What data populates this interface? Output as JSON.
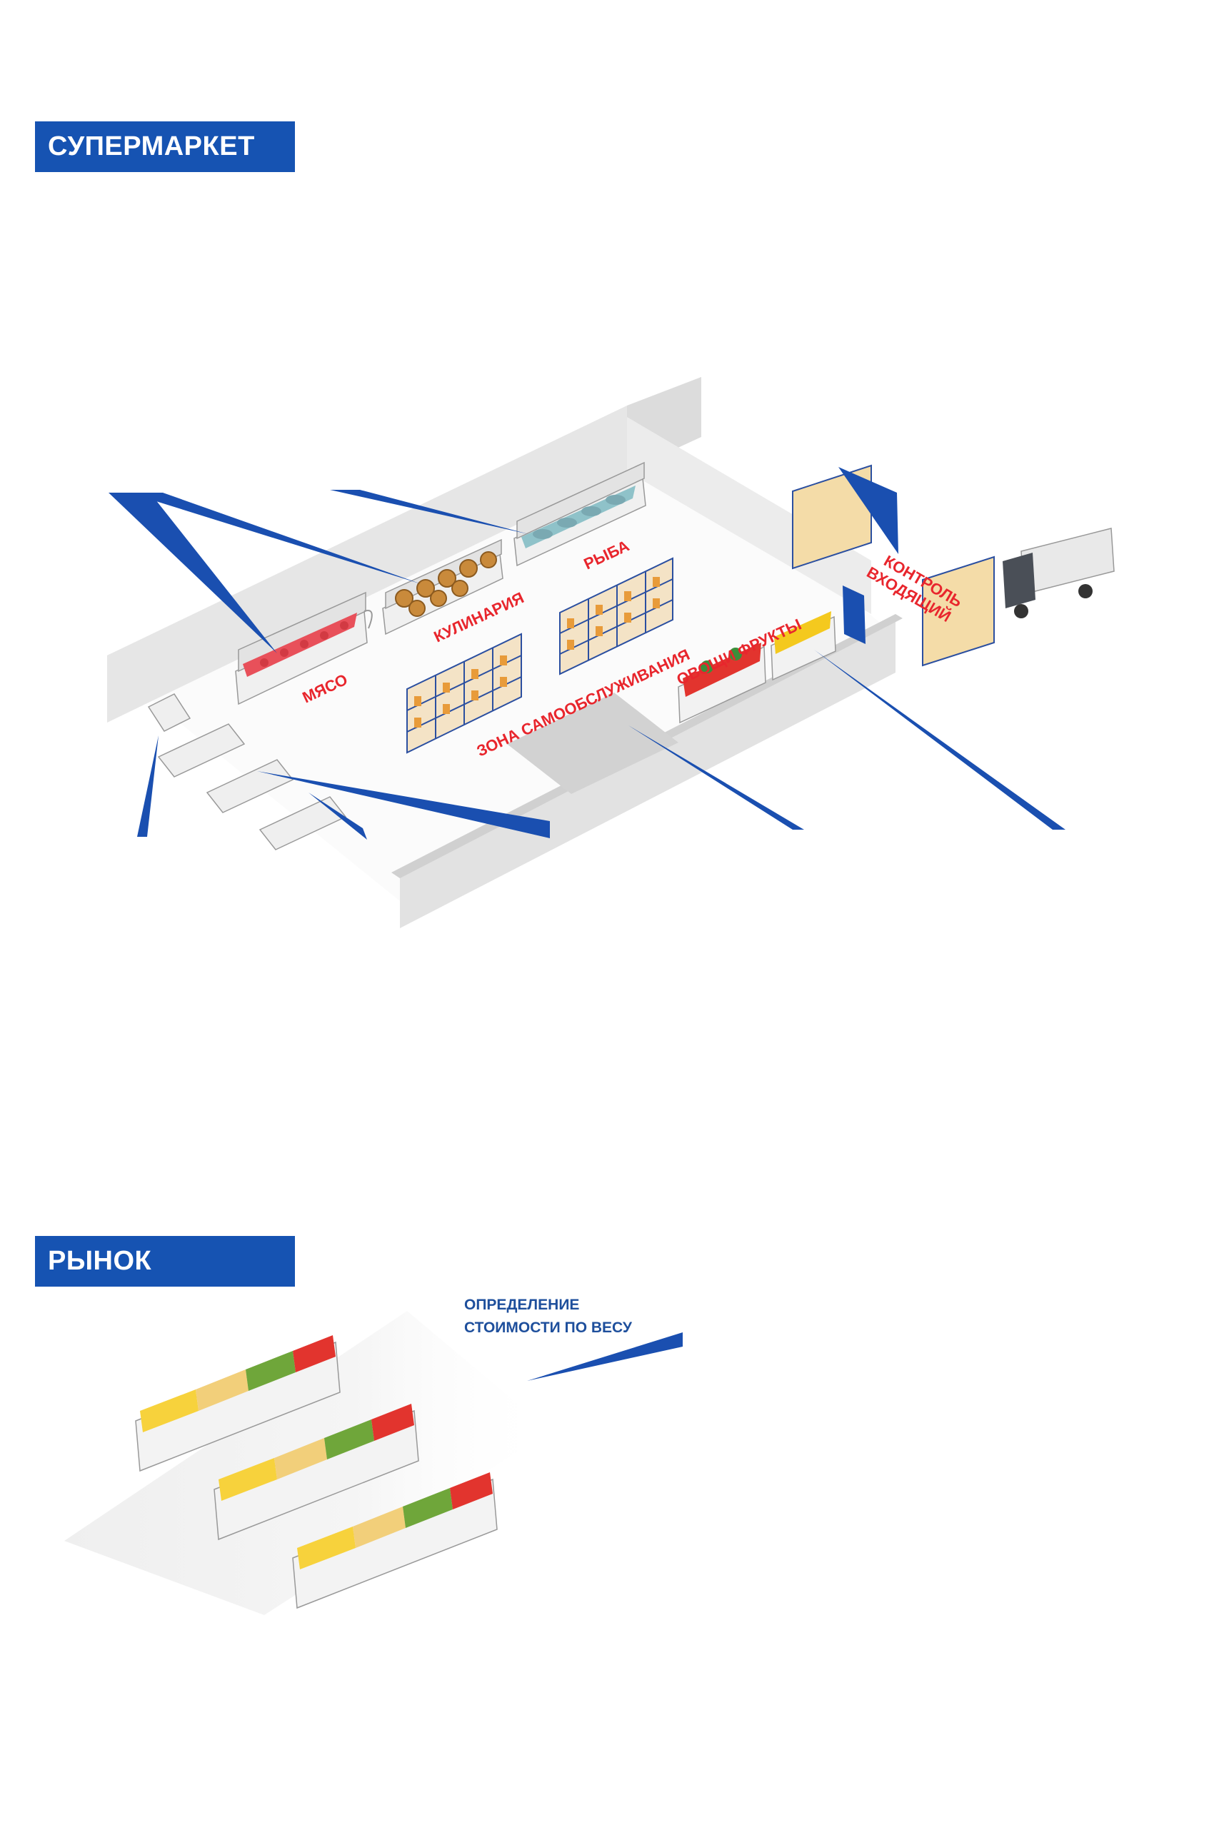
{
  "sections": {
    "supermarket": {
      "title": "СУПЕРМАРКЕТ"
    },
    "market": {
      "title": "РЫНОК"
    }
  },
  "zones": {
    "meat": "МЯСО",
    "culinary": "КУЛИНАРИЯ",
    "fish": "РЫБА",
    "self_service": "ЗОНА САМООБСЛУЖИВАНИЯ",
    "veg_fruit": "ОВОЩИ ФРУКТЫ",
    "incoming_1": "ВХОДЯЩИЙ",
    "incoming_2": "КОНТРОЛЬ"
  },
  "market_callout": {
    "line1": "ОПРЕДЕЛЕНИЕ",
    "line2": "СТОИМОСТИ ПО ВЕСУ"
  },
  "colors": {
    "accent_blue": "#1653b2",
    "label_red": "#e8262d",
    "wall_grey": "#e4e4e4",
    "floor": "#f7f7f7"
  }
}
